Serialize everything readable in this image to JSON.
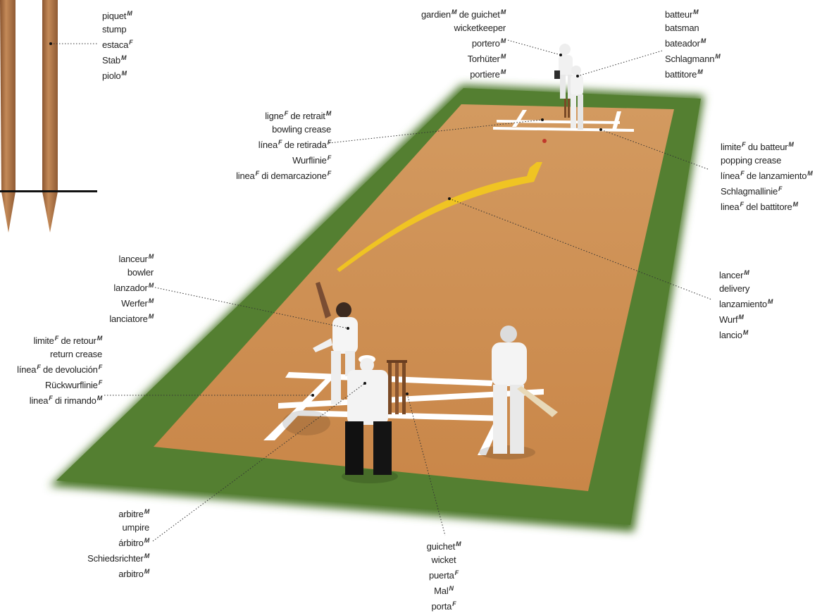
{
  "labels": {
    "stump": [
      {
        "t": "piquet",
        "g": "M"
      },
      {
        "t": "stump",
        "g": ""
      },
      {
        "t": "estaca",
        "g": "F"
      },
      {
        "t": "Stab",
        "g": "M"
      },
      {
        "t": "piolo",
        "g": "M"
      }
    ],
    "wicketkeeper": [
      {
        "t": "gardien",
        "g": "M",
        "t2": " de guichet",
        "g2": "M"
      },
      {
        "t": "wicketkeeper",
        "g": ""
      },
      {
        "t": "portero",
        "g": "M"
      },
      {
        "t": "Torhüter",
        "g": "M"
      },
      {
        "t": "portiere",
        "g": "M"
      }
    ],
    "batsman": [
      {
        "t": "batteur",
        "g": "M"
      },
      {
        "t": "batsman",
        "g": ""
      },
      {
        "t": "bateador",
        "g": "M"
      },
      {
        "t": "Schlagmann",
        "g": "M"
      },
      {
        "t": "battitore",
        "g": "M"
      }
    ],
    "bowling_crease": [
      {
        "t": "ligne",
        "g": "F",
        "t2": " de retrait",
        "g2": "M"
      },
      {
        "t": "bowling crease",
        "g": ""
      },
      {
        "t": "línea",
        "g": "F",
        "t2": " de retirada",
        "g2": "F"
      },
      {
        "t": "Wurflinie",
        "g": "F"
      },
      {
        "t": "linea",
        "g": "F",
        "t2": " di demarcazione",
        "g2": "F"
      }
    ],
    "popping_crease": [
      {
        "t": "limite",
        "g": "F",
        "t2": " du batteur",
        "g2": "M"
      },
      {
        "t": "popping crease",
        "g": ""
      },
      {
        "t": "línea",
        "g": "F",
        "t2": " de lanzamiento",
        "g2": "M"
      },
      {
        "t": "Schlagmallinie",
        "g": "F"
      },
      {
        "t": "linea",
        "g": "F",
        "t2": " del battitore",
        "g2": "M"
      }
    ],
    "bowler": [
      {
        "t": "lanceur",
        "g": "M"
      },
      {
        "t": "bowler",
        "g": ""
      },
      {
        "t": "lanzador",
        "g": "M"
      },
      {
        "t": "Werfer",
        "g": "M"
      },
      {
        "t": "lanciatore",
        "g": "M"
      }
    ],
    "delivery": [
      {
        "t": "lancer",
        "g": "M"
      },
      {
        "t": "delivery",
        "g": ""
      },
      {
        "t": "lanzamiento",
        "g": "M"
      },
      {
        "t": "Wurf",
        "g": "M"
      },
      {
        "t": "lancio",
        "g": "M"
      }
    ],
    "return_crease": [
      {
        "t": "limite",
        "g": "F",
        "t2": " de retour",
        "g2": "M"
      },
      {
        "t": "return crease",
        "g": ""
      },
      {
        "t": "línea",
        "g": "F",
        "t2": " de devolución",
        "g2": "F"
      },
      {
        "t": "Rückwurflinie",
        "g": "F"
      },
      {
        "t": "linea",
        "g": "F",
        "t2": " di rimando",
        "g2": "M"
      }
    ],
    "umpire": [
      {
        "t": "arbitre",
        "g": "M"
      },
      {
        "t": "umpire",
        "g": ""
      },
      {
        "t": "árbitro",
        "g": "M"
      },
      {
        "t": "Schiedsrichter",
        "g": "M"
      },
      {
        "t": "arbitro",
        "g": "M"
      }
    ],
    "wicket": [
      {
        "t": "guichet",
        "g": "M"
      },
      {
        "t": "wicket",
        "g": ""
      },
      {
        "t": "puerta",
        "g": "F"
      },
      {
        "t": "Mal",
        "g": "N"
      },
      {
        "t": "porta",
        "g": "F"
      }
    ]
  },
  "colors": {
    "grass": "#4f7a2e",
    "pitch": "#cf8f52",
    "crease": "#ffffff",
    "trajectory": "#f2c81e",
    "ball": "#c0392b",
    "stump": "#b5794a"
  }
}
